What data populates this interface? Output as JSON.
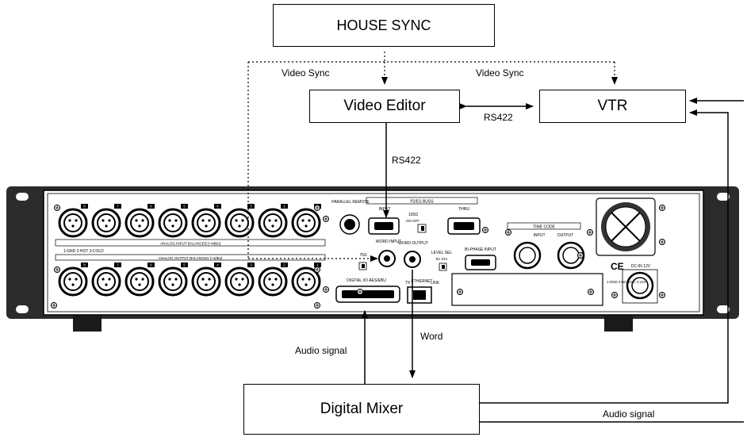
{
  "nodes": {
    "house_sync": "HOUSE SYNC",
    "video_editor": "Video Editor",
    "vtr": "VTR",
    "digital_mixer": "Digital Mixer"
  },
  "edges": {
    "video_sync_left": "Video Sync",
    "video_sync_right": "Video Sync",
    "rs422_horizontal": "RS422",
    "rs422_vertical": "RS422",
    "word": "Word",
    "audio_signal_left": "Audio signal",
    "audio_signal_right": "Audio signal"
  },
  "panel": {
    "analog_input": "ANALOG INPUT BALANCED [+4dBu]",
    "analog_output": "ANALOG OUTPUT BALANCED [+4dBu]",
    "pin_legend": "1:GND  2:HOT  3:COLD",
    "parallel_remote": "PARALLEL REMOTE",
    "p2_bus": "P2/ES BUSS",
    "input": "INPUT",
    "thru": "THRU",
    "ohm_switch": "100Ω",
    "on_off": "ON   OFF",
    "word_input": "WORD INPUT",
    "word_output": "WORD OUTPUT",
    "ohm75": "75Ω",
    "level_sel": "LEVEL SEL",
    "level_values": "5V   24V",
    "bi_phase_input": "BI-PHASE INPUT",
    "time_code": "TIME CODE",
    "tc_input": "INPUT",
    "tc_output": "OUTPUT",
    "digital_io": "DIGITAL I/O AES/EBU",
    "ethernet": "ETHERNET",
    "tx": "TX",
    "link": "LINK",
    "dc_in": "DC-IN 12V",
    "dc_pins": "1:GND 2:NC 3:NC 4:12V",
    "ce_mark": "CE",
    "channel_numbers_in": [
      "8",
      "7",
      "6",
      "5",
      "4",
      "3",
      "2",
      "1"
    ],
    "channel_numbers_out": [
      "8",
      "7",
      "6",
      "5",
      "4",
      "3",
      "2",
      "1"
    ]
  }
}
